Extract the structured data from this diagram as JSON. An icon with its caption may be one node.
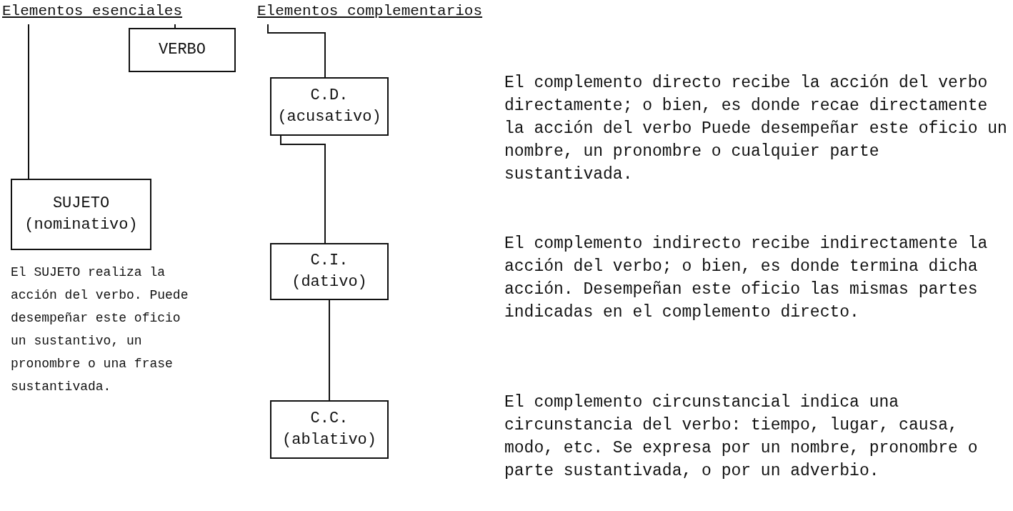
{
  "diagram": {
    "nodes": [
      {
        "text": [
          "Elementos esenciales"
        ]
      },
      {
        "text": [
          "VERBO"
        ]
      },
      {
        "text": [
          "SUJETO",
          "(nominativo)"
        ]
      },
      {
        "text": [
          "Elementos complementarios"
        ]
      },
      {
        "text": [
          "C.D.",
          "(acusativo)"
        ]
      },
      {
        "text": [
          "C.I.",
          "(dativo)"
        ]
      },
      {
        "text": [
          "C.C.",
          "(ablativo)"
        ]
      }
    ],
    "edges": [
      {
        "from": 0,
        "to": 2,
        "arrow": "none"
      },
      {
        "from": 0,
        "to": 1,
        "arrow": "none"
      },
      {
        "from": 3,
        "to": 4,
        "arrow": "none"
      },
      {
        "from": 4,
        "to": 5,
        "arrow": "none"
      },
      {
        "from": 5,
        "to": 6,
        "arrow": "none"
      }
    ],
    "labels": [
      "El SUJETO realiza la acción del verbo. Puede desempeñar este oficio un sustantivo, un pronombre o una frase sustantivada.",
      "El complemento directo recibe la acción del verbo directamente; o bien, es donde recae directamente la acción del verbo Puede desempeñar este oficio un nombre, un pronombre o cualquier parte sustantivada.",
      "El complemento indirecto recibe indirectamente la acción del verbo; o bien, es donde termina dicha acción. Desempeñan este oficio las mismas partes indicadas en el complemento directo.",
      "El complemento circunstancial indica una circunstancia del verbo: tiempo, lugar, causa, modo, etc. Se expresa por un nombre, pronombre o parte sustantivada, o por un adverbio."
    ]
  }
}
